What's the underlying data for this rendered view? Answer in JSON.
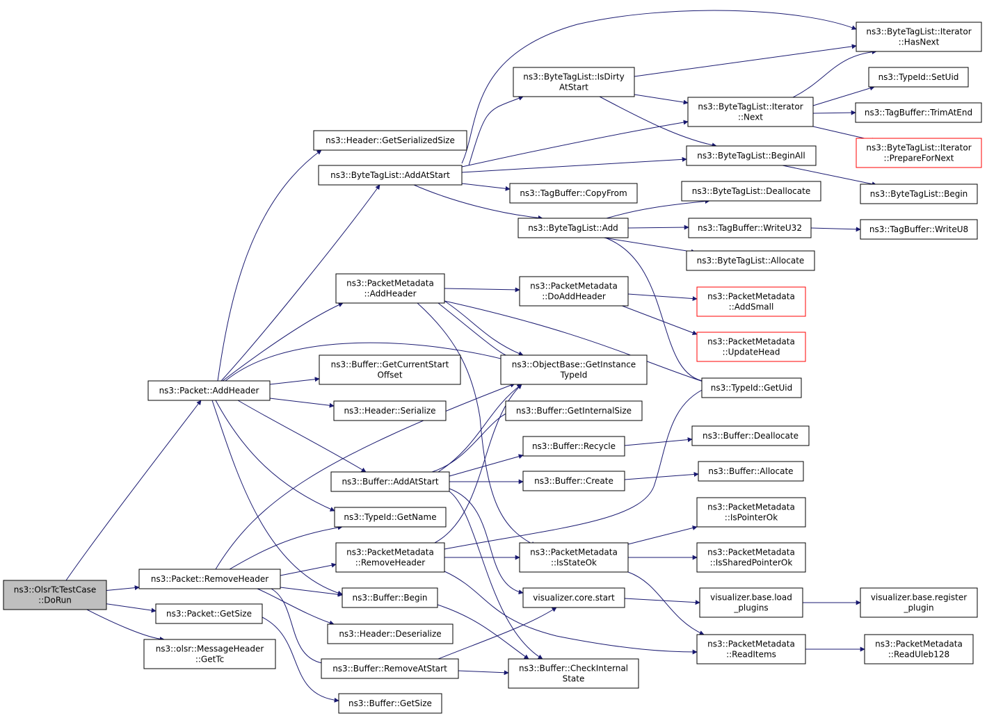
{
  "colors": {
    "edge": "#191970",
    "border": "#000000",
    "truncated_border": "#ff0000",
    "root_fill": "#bfbfbf"
  },
  "nodes": [
    {
      "id": "dorun",
      "lines": [
        "ns3::OlsrTcTestCase",
        "::DoRun"
      ],
      "root": true
    },
    {
      "id": "addheader",
      "lines": [
        "ns3::Packet::AddHeader"
      ]
    },
    {
      "id": "removeheader",
      "lines": [
        "ns3::Packet::RemoveHeader"
      ]
    },
    {
      "id": "getsize",
      "lines": [
        "ns3::Packet::GetSize"
      ]
    },
    {
      "id": "gettc",
      "lines": [
        "ns3::olsr::MessageHeader",
        "::GetTc"
      ]
    },
    {
      "id": "getserializedsize",
      "lines": [
        "ns3::Header::GetSerializedSize"
      ]
    },
    {
      "id": "btl_addatstart",
      "lines": [
        "ns3::ByteTagList::AddAtStart"
      ]
    },
    {
      "id": "pm_addheader",
      "lines": [
        "ns3::PacketMetadata",
        "::AddHeader"
      ]
    },
    {
      "id": "buf_getcurrentstartoffset",
      "lines": [
        "ns3::Buffer::GetCurrentStart",
        "Offset"
      ]
    },
    {
      "id": "hdr_serialize",
      "lines": [
        "ns3::Header::Serialize"
      ]
    },
    {
      "id": "buf_addatstart",
      "lines": [
        "ns3::Buffer::AddAtStart"
      ]
    },
    {
      "id": "typeid_getname",
      "lines": [
        "ns3::TypeId::GetName"
      ]
    },
    {
      "id": "pm_removeheader",
      "lines": [
        "ns3::PacketMetadata",
        "::RemoveHeader"
      ]
    },
    {
      "id": "buf_begin",
      "lines": [
        "ns3::Buffer::Begin"
      ]
    },
    {
      "id": "hdr_deserialize",
      "lines": [
        "ns3::Header::Deserialize"
      ]
    },
    {
      "id": "buf_removeatstart",
      "lines": [
        "ns3::Buffer::RemoveAtStart"
      ]
    },
    {
      "id": "buf_getsize",
      "lines": [
        "ns3::Buffer::GetSize"
      ]
    },
    {
      "id": "btl_isdirty",
      "lines": [
        "ns3::ByteTagList::IsDirty",
        "AtStart"
      ]
    },
    {
      "id": "tb_copyfrom",
      "lines": [
        "ns3::TagBuffer::CopyFrom"
      ]
    },
    {
      "id": "btl_add",
      "lines": [
        "ns3::ByteTagList::Add"
      ]
    },
    {
      "id": "pm_doaddheader",
      "lines": [
        "ns3::PacketMetadata",
        "::DoAddHeader"
      ]
    },
    {
      "id": "ob_getinstancetypeid",
      "lines": [
        "ns3::ObjectBase::GetInstance",
        "TypeId"
      ]
    },
    {
      "id": "buf_getinternalsize",
      "lines": [
        "ns3::Buffer::GetInternalSize"
      ]
    },
    {
      "id": "buf_recycle",
      "lines": [
        "ns3::Buffer::Recycle"
      ]
    },
    {
      "id": "buf_create",
      "lines": [
        "ns3::Buffer::Create"
      ]
    },
    {
      "id": "pm_isstateok",
      "lines": [
        "ns3::PacketMetadata",
        "::IsStateOk"
      ]
    },
    {
      "id": "viz_core_start",
      "lines": [
        "visualizer.core.start"
      ]
    },
    {
      "id": "buf_checkinternalstate",
      "lines": [
        "ns3::Buffer::CheckInternal",
        "State"
      ]
    },
    {
      "id": "btli_next",
      "lines": [
        "ns3::ByteTagList::Iterator",
        "::Next"
      ]
    },
    {
      "id": "btl_beginall",
      "lines": [
        "ns3::ByteTagList::BeginAll"
      ]
    },
    {
      "id": "btl_deallocate",
      "lines": [
        "ns3::ByteTagList::Deallocate"
      ]
    },
    {
      "id": "tb_writeu32",
      "lines": [
        "ns3::TagBuffer::WriteU32"
      ]
    },
    {
      "id": "btl_allocate",
      "lines": [
        "ns3::ByteTagList::Allocate"
      ]
    },
    {
      "id": "pm_addsmall",
      "lines": [
        "ns3::PacketMetadata",
        "::AddSmall"
      ],
      "truncated": true
    },
    {
      "id": "pm_updatehead",
      "lines": [
        "ns3::PacketMetadata",
        "::UpdateHead"
      ],
      "truncated": true
    },
    {
      "id": "typeid_getuid",
      "lines": [
        "ns3::TypeId::GetUid"
      ]
    },
    {
      "id": "buf_deallocate",
      "lines": [
        "ns3::Buffer::Deallocate"
      ]
    },
    {
      "id": "buf_allocate",
      "lines": [
        "ns3::Buffer::Allocate"
      ]
    },
    {
      "id": "pm_ispointerok",
      "lines": [
        "ns3::PacketMetadata",
        "::IsPointerOk"
      ]
    },
    {
      "id": "pm_issharedpointerok",
      "lines": [
        "ns3::PacketMetadata",
        "::IsSharedPointerOk"
      ]
    },
    {
      "id": "viz_base_load_plugins",
      "lines": [
        "visualizer.base.load",
        "_plugins"
      ]
    },
    {
      "id": "pm_readitems",
      "lines": [
        "ns3::PacketMetadata",
        "::ReadItems"
      ]
    },
    {
      "id": "btli_hasnext",
      "lines": [
        "ns3::ByteTagList::Iterator",
        "::HasNext"
      ]
    },
    {
      "id": "typeid_setuid",
      "lines": [
        "ns3::TypeId::SetUid"
      ]
    },
    {
      "id": "tb_trimatend",
      "lines": [
        "ns3::TagBuffer::TrimAtEnd"
      ]
    },
    {
      "id": "btli_preparefornext",
      "lines": [
        "ns3::ByteTagList::Iterator",
        "::PrepareForNext"
      ],
      "truncated": true
    },
    {
      "id": "btl_begin",
      "lines": [
        "ns3::ByteTagList::Begin"
      ]
    },
    {
      "id": "tb_writeu8",
      "lines": [
        "ns3::TagBuffer::WriteU8"
      ]
    },
    {
      "id": "viz_base_register_plugin",
      "lines": [
        "visualizer.base.register",
        "_plugin"
      ]
    },
    {
      "id": "pm_readuleb128",
      "lines": [
        "ns3::PacketMetadata",
        "::ReadUleb128"
      ]
    }
  ]
}
